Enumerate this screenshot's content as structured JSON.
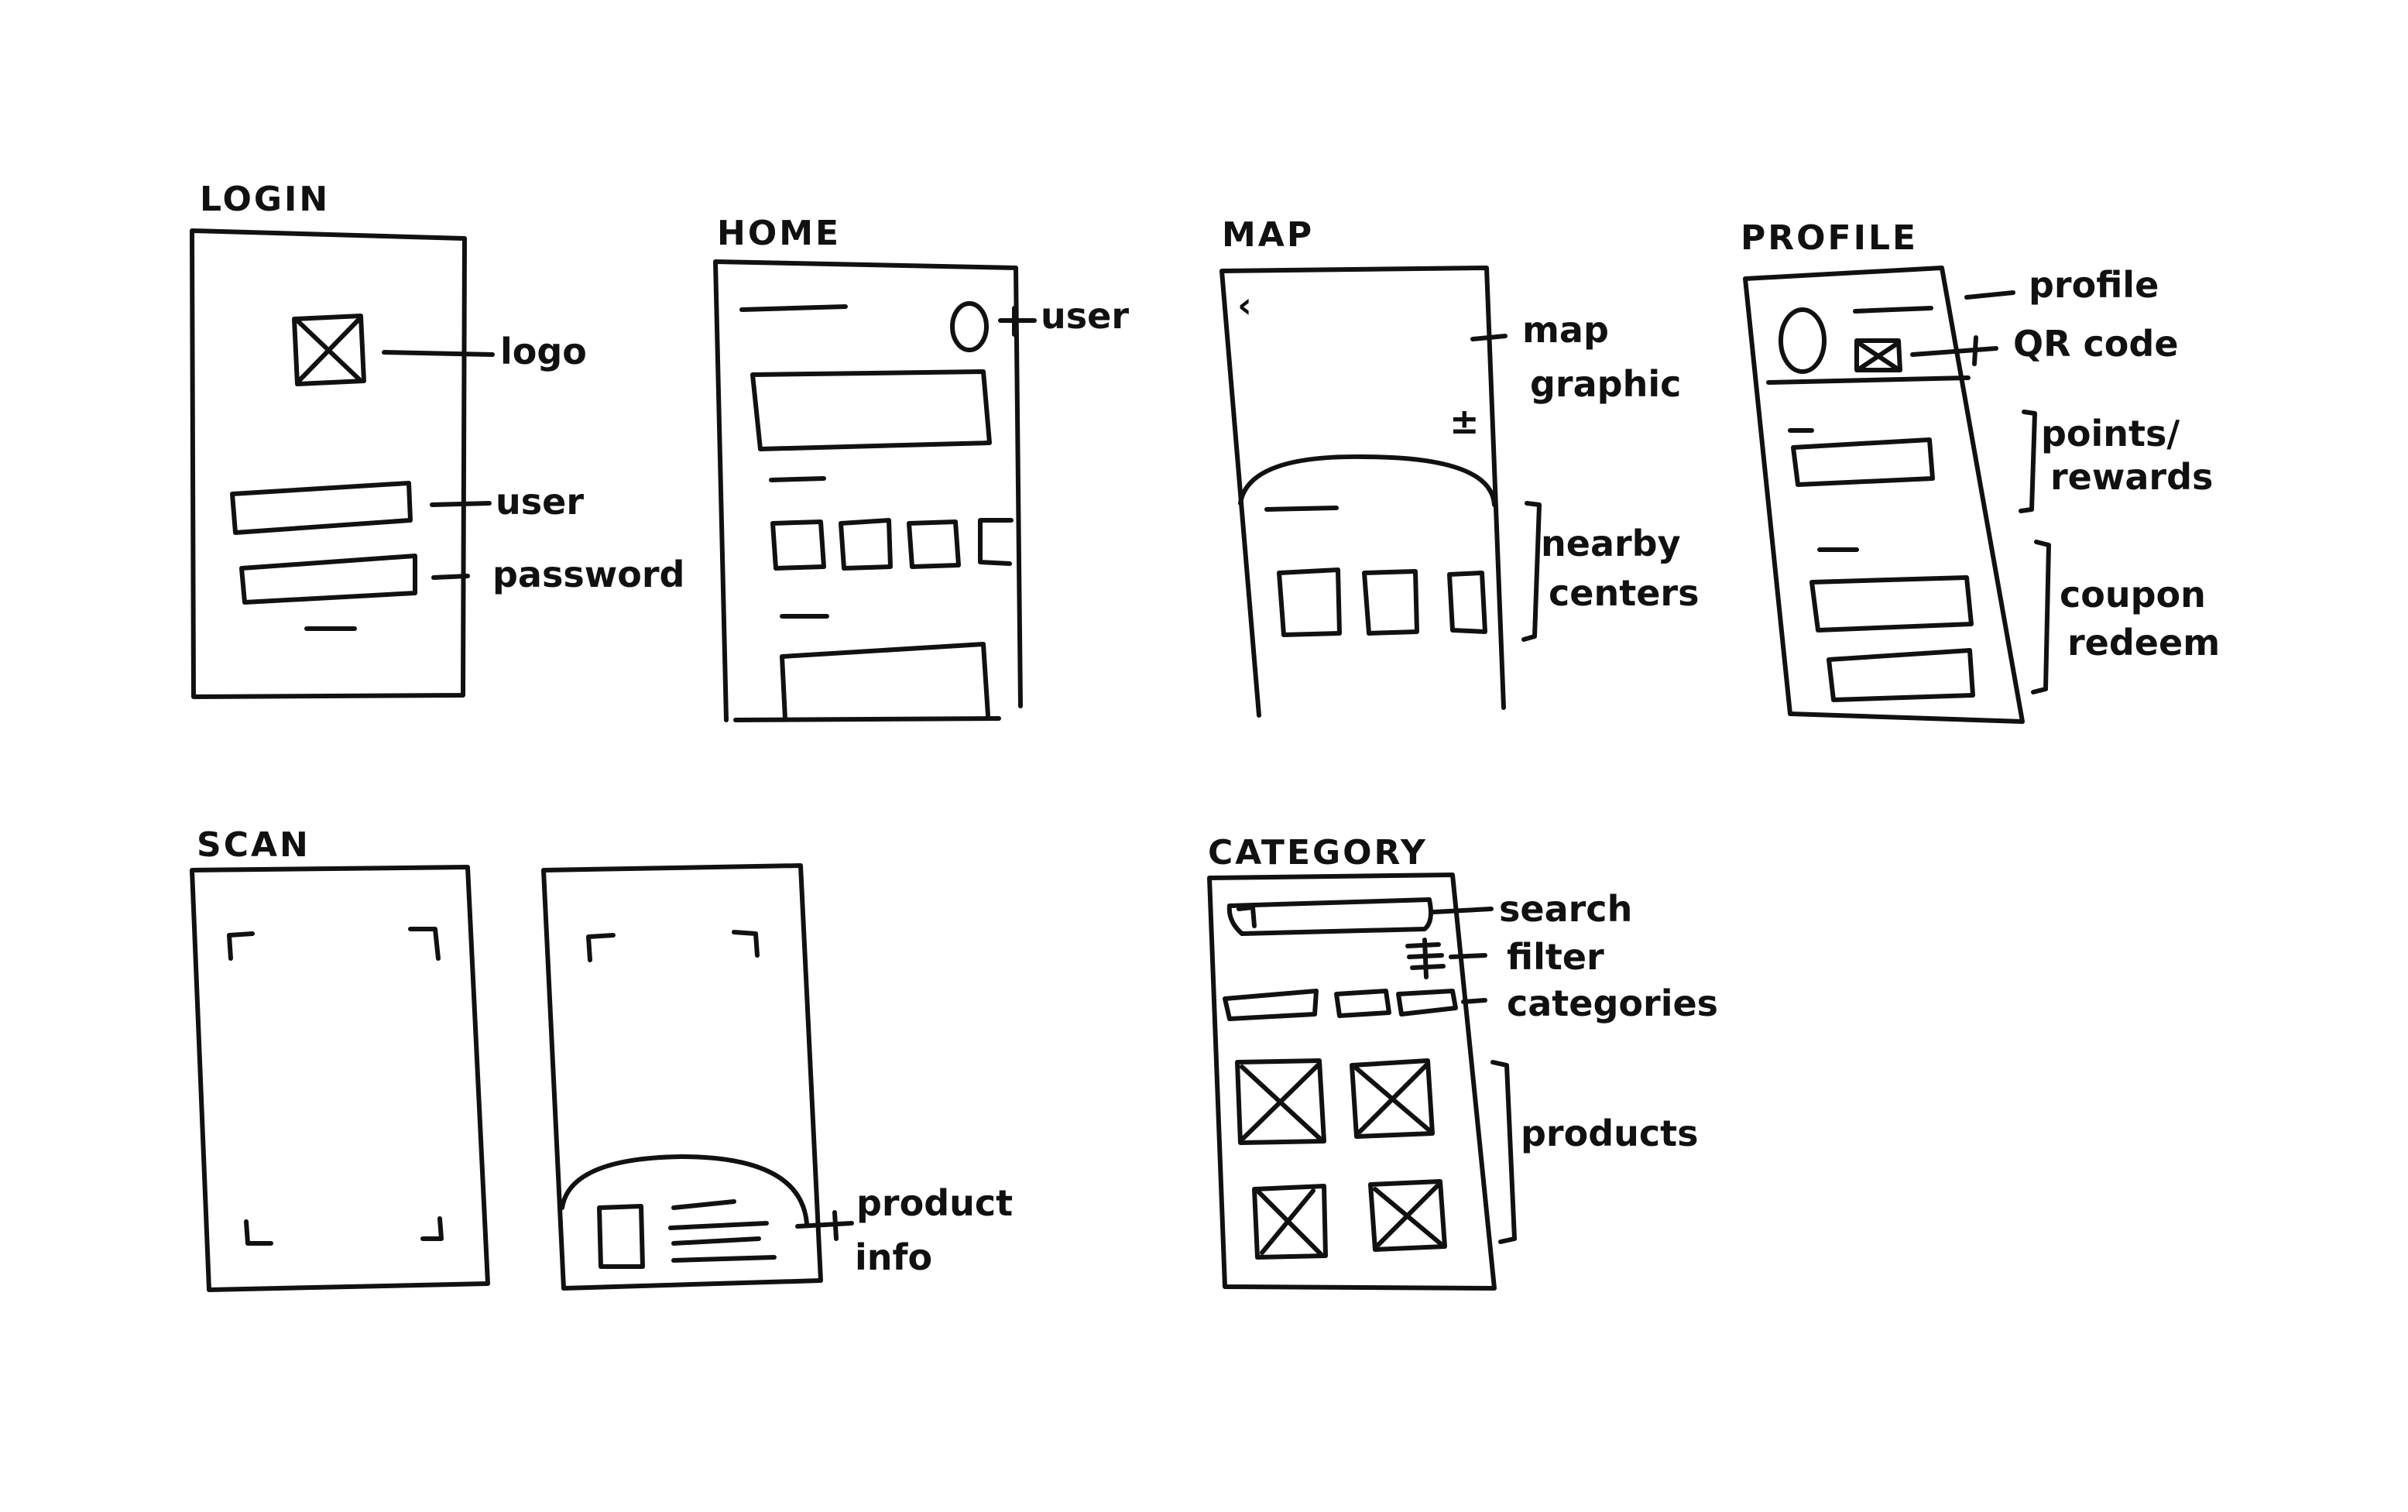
{
  "screens": {
    "login": {
      "title": "LOGIN",
      "annotations": {
        "logo": "logo",
        "user": "user",
        "password": "password"
      }
    },
    "home": {
      "title": "HOME",
      "annotations": {
        "user": "user"
      }
    },
    "map": {
      "title": "MAP",
      "annotations": {
        "map_graphic_1": "map",
        "map_graphic_2": "graphic",
        "nearby_1": "nearby",
        "nearby_2": "centers"
      }
    },
    "profile": {
      "title": "PROFILE",
      "annotations": {
        "profile": "profile",
        "qr_code": "QR code",
        "points_1": "points/",
        "points_2": "rewards",
        "coupon_1": "coupon",
        "coupon_2": "redeem"
      }
    },
    "scan": {
      "title": "SCAN",
      "annotations": {
        "product_info_1": "product",
        "product_info_2": "info"
      }
    },
    "category": {
      "title": "CATEGORY",
      "annotations": {
        "search": "search",
        "filter": "filter",
        "categories": "categories",
        "products": "products"
      }
    }
  },
  "glyphs": {
    "back": "‹",
    "zoom": "±"
  },
  "colors": {
    "ink": "#111111",
    "paper": "#ffffff"
  }
}
